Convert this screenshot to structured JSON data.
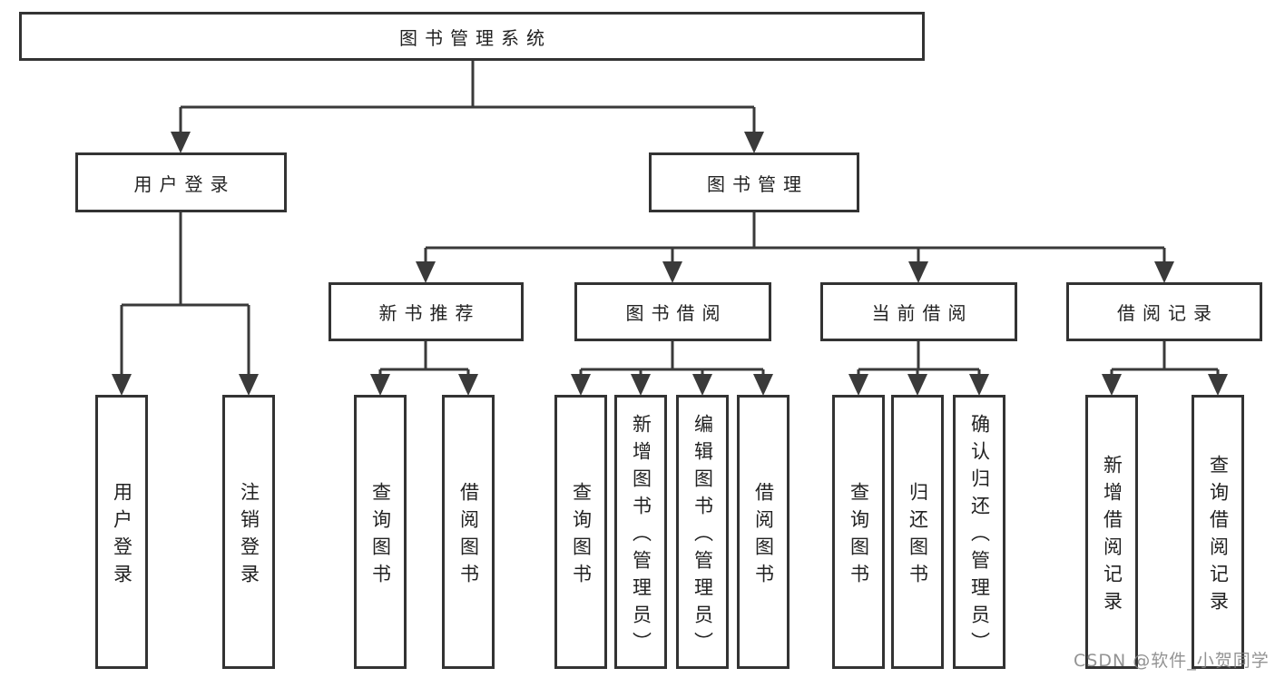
{
  "diagram": {
    "title": "图书管理系统",
    "nodes": {
      "root": {
        "label": "图书管理系统"
      },
      "level2": [
        {
          "label": "用户登录"
        },
        {
          "label": "图书管理"
        }
      ],
      "level3": [
        {
          "label": "新书推荐",
          "parent": "图书管理"
        },
        {
          "label": "图书借阅",
          "parent": "图书管理"
        },
        {
          "label": "当前借阅",
          "parent": "图书管理"
        },
        {
          "label": "借阅记录",
          "parent": "图书管理"
        }
      ],
      "leaves": [
        {
          "label": "用户登录",
          "parent": "用户登录"
        },
        {
          "label": "注销登录",
          "parent": "用户登录"
        },
        {
          "label": "查询图书",
          "parent": "新书推荐"
        },
        {
          "label": "借阅图书",
          "parent": "新书推荐"
        },
        {
          "label": "查询图书",
          "parent": "图书借阅"
        },
        {
          "label": "新增图书（管理员）",
          "parent": "图书借阅"
        },
        {
          "label": "编辑图书（管理员）",
          "parent": "图书借阅"
        },
        {
          "label": "借阅图书",
          "parent": "图书借阅"
        },
        {
          "label": "查询图书",
          "parent": "当前借阅"
        },
        {
          "label": "归还图书",
          "parent": "当前借阅"
        },
        {
          "label": "确认归还（管理员）",
          "parent": "当前借阅"
        },
        {
          "label": "新增借阅记录",
          "parent": "借阅记录"
        },
        {
          "label": "查询借阅记录",
          "parent": "借阅记录"
        }
      ]
    },
    "colors": {
      "line": "#3a3a3a",
      "node_border": "#333333",
      "node_background": "#ffffff",
      "text": "#222222"
    }
  },
  "watermark": {
    "text": "CSDN @软件_小贺同学",
    "color": "#808080"
  }
}
